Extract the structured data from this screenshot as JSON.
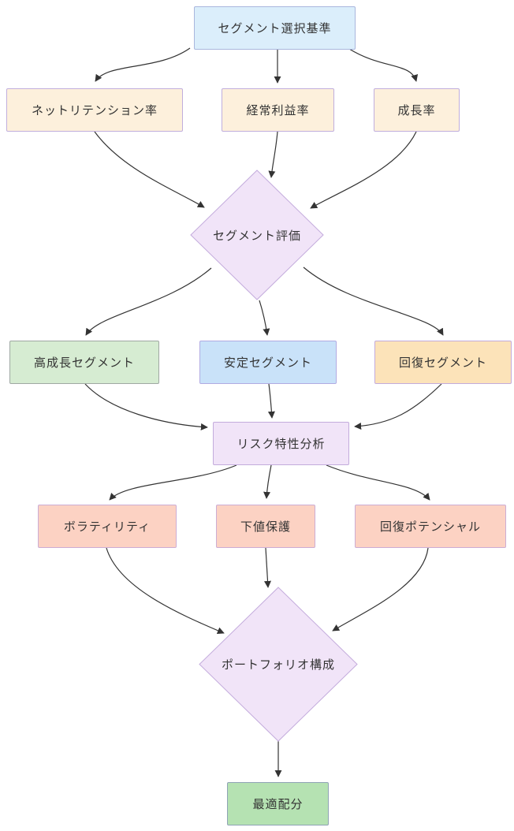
{
  "diagram": {
    "type": "flowchart",
    "direction": "top-down",
    "background": "#ffffff",
    "text_color": "#333333",
    "edge_color": "#333333",
    "nodes": {
      "criteria": {
        "label": "セグメント選択基準",
        "shape": "rect",
        "fill": "#dbeefb",
        "stroke": "#a9b6dd"
      },
      "nrr": {
        "label": "ネットリテンション率",
        "shape": "rect",
        "fill": "#fdf0dc",
        "stroke": "#c0aedd"
      },
      "profit": {
        "label": "経常利益率",
        "shape": "rect",
        "fill": "#fdf0dc",
        "stroke": "#c0aedd"
      },
      "growth": {
        "label": "成長率",
        "shape": "rect",
        "fill": "#fdf0dc",
        "stroke": "#c0aedd"
      },
      "evaluation": {
        "label": "セグメント評価",
        "shape": "diamond",
        "fill": "#f1e4f8",
        "stroke": "#c3abdc"
      },
      "high_growth": {
        "label": "高成長セグメント",
        "shape": "rect",
        "fill": "#d6ecd2",
        "stroke": "#9fa8a3"
      },
      "stable": {
        "label": "安定セグメント",
        "shape": "rect",
        "fill": "#c9e2f9",
        "stroke": "#b1abe2"
      },
      "recovery": {
        "label": "回復セグメント",
        "shape": "rect",
        "fill": "#fce3b9",
        "stroke": "#c3abdc"
      },
      "risk": {
        "label": "リスク特性分析",
        "shape": "rect",
        "fill": "#f1e4f8",
        "stroke": "#c3abdc"
      },
      "volatility": {
        "label": "ボラティリティ",
        "shape": "rect",
        "fill": "#fcd2c3",
        "stroke": "#ccadd4"
      },
      "downside": {
        "label": "下値保護",
        "shape": "rect",
        "fill": "#fcd2c3",
        "stroke": "#ccadd4"
      },
      "potential": {
        "label": "回復ポテンシャル",
        "shape": "rect",
        "fill": "#fcd2c3",
        "stroke": "#ccadd4"
      },
      "portfolio": {
        "label": "ポートフォリオ構成",
        "shape": "diamond",
        "fill": "#f1e4f8",
        "stroke": "#c3abdc"
      },
      "allocation": {
        "label": "最適配分",
        "shape": "rect",
        "fill": "#b5e2b2",
        "stroke": "#8fa3b5"
      }
    },
    "edges": [
      {
        "from": "criteria",
        "to": "nrr"
      },
      {
        "from": "criteria",
        "to": "profit"
      },
      {
        "from": "criteria",
        "to": "growth"
      },
      {
        "from": "nrr",
        "to": "evaluation"
      },
      {
        "from": "profit",
        "to": "evaluation"
      },
      {
        "from": "growth",
        "to": "evaluation"
      },
      {
        "from": "evaluation",
        "to": "high_growth"
      },
      {
        "from": "evaluation",
        "to": "stable"
      },
      {
        "from": "evaluation",
        "to": "recovery"
      },
      {
        "from": "high_growth",
        "to": "risk"
      },
      {
        "from": "stable",
        "to": "risk"
      },
      {
        "from": "recovery",
        "to": "risk"
      },
      {
        "from": "risk",
        "to": "volatility"
      },
      {
        "from": "risk",
        "to": "downside"
      },
      {
        "from": "risk",
        "to": "potential"
      },
      {
        "from": "volatility",
        "to": "portfolio"
      },
      {
        "from": "downside",
        "to": "portfolio"
      },
      {
        "from": "potential",
        "to": "portfolio"
      },
      {
        "from": "portfolio",
        "to": "allocation"
      }
    ]
  }
}
